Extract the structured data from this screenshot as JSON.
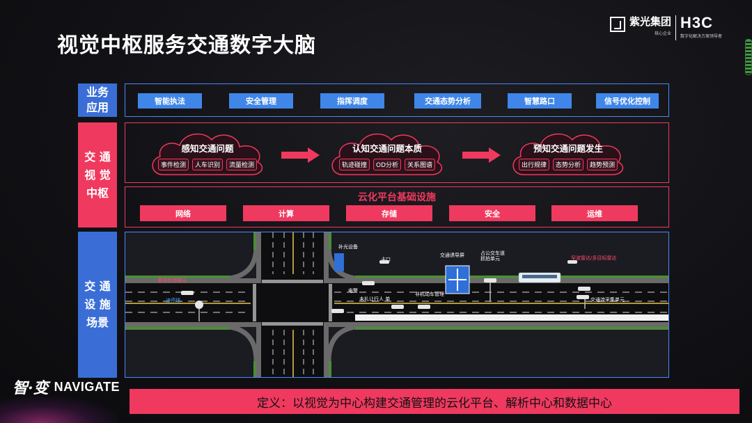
{
  "title": "视觉中枢服务交通数字大脑",
  "logo": {
    "company": "紫光集团",
    "company_sub": "核心企业",
    "brand": "H3C",
    "brand_sub": "数字化解决方案领导者"
  },
  "rows": {
    "business_label": "业务\n应用",
    "hub_label": "交 通\n视 觉\n中枢",
    "scene_label": "交 通\n设 施\n场景"
  },
  "business_apps": [
    "智能执法",
    "安全管理",
    "指挥调度",
    "交通态势分析",
    "智慧路口",
    "信号优化控制"
  ],
  "hub": {
    "clouds": [
      {
        "title": "感知交通问题",
        "tags": [
          "事件检测",
          "人车识别",
          "流量检测"
        ]
      },
      {
        "title": "认知交通问题本质",
        "tags": [
          "轨迹碰撞",
          "OD分析",
          "关系图谱"
        ]
      },
      {
        "title": "预知交通问题发生",
        "tags": [
          "出行规律",
          "态势分析",
          "趋势预测"
        ]
      }
    ]
  },
  "cloud_platform": {
    "heading": "云化平台基础设施",
    "items": [
      "网络",
      "计算",
      "存储",
      "安全",
      "运维"
    ]
  },
  "scene": {
    "labels": {
      "fill_light": "补光设备",
      "checkpoint": "卡口",
      "guide_screen": "交通诱导屏",
      "bus_lane": "占公交车道\n抓拍单元",
      "radar": "窄波雷达/多目标雷达",
      "event_unit": "事件检测单元",
      "dome_cam": "违停球",
      "e_police": "电警",
      "yield_ped": "未礼让行人 单",
      "motor_vehicle": "非机动车管理",
      "flow_unit": "交通流采集单元"
    },
    "colors": {
      "accent_red": "#ff4a6a",
      "accent_blue": "#3f9cff"
    }
  },
  "brand": {
    "cn": "智·变",
    "en": "NAVIGATE"
  },
  "definition": "定义：以视觉为中心构建交通管理的云化平台、解析中心和数据中心"
}
